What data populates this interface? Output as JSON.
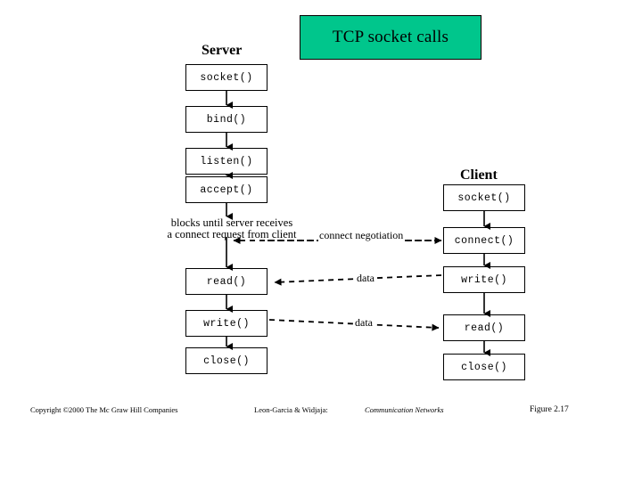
{
  "title": {
    "text": "TCP socket calls",
    "bg_color": "#00c68c"
  },
  "columns": {
    "server": {
      "heading": "Server",
      "calls": [
        {
          "label": "socket()"
        },
        {
          "label": "bind()"
        },
        {
          "label": "listen()"
        },
        {
          "label": "accept()"
        },
        {
          "label": "read()"
        },
        {
          "label": "write()"
        },
        {
          "label": "close()"
        }
      ]
    },
    "client": {
      "heading": "Client",
      "calls": [
        {
          "label": "socket()"
        },
        {
          "label": "connect()"
        },
        {
          "label": "write()"
        },
        {
          "label": "read()"
        },
        {
          "label": "close()"
        }
      ]
    }
  },
  "annotations": {
    "blocks_line1": "blocks until server receives",
    "blocks_line2": "a connect request from client",
    "connect_negotiation": "connect negotiation",
    "data_down": "data",
    "data_up": "data"
  },
  "footer": {
    "copyright": "Copyright ©2000 The Mc Graw Hill Companies",
    "attribution": "Leon-Garcia & Widjaja:",
    "book_title": "Communication Networks",
    "figure": "Figure 2.17"
  }
}
